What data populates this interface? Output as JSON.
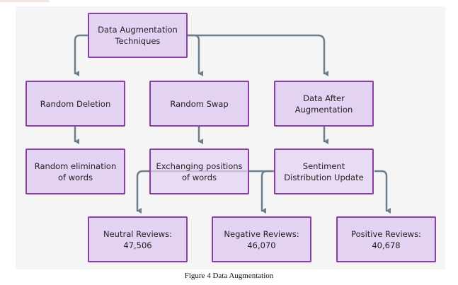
{
  "colors": {
    "node_fill": "#e3d2f1",
    "node_border": "#8a3fa6",
    "connector": "#6f7f8a",
    "background": "#f5f5f6"
  },
  "nodes": {
    "root": {
      "line1": "Data Augmentation",
      "line2": "Techniques"
    },
    "random_deletion": {
      "line1": "Random Deletion"
    },
    "random_swap": {
      "line1": "Random Swap"
    },
    "data_after": {
      "line1": "Data After",
      "line2": "Augmentation"
    },
    "random_elimination": {
      "line1": "Random elimination",
      "line2": "of words"
    },
    "exchanging_positions": {
      "line1": "Exchanging positions",
      "line2": "of words"
    },
    "sentiment_update": {
      "line1": "Sentiment",
      "line2": "Distribution Update"
    },
    "neutral": {
      "line1": "Neutral Reviews:",
      "line2": "47,506"
    },
    "negative": {
      "line1": "Negative Reviews:",
      "line2": "46,070"
    },
    "positive": {
      "line1": "Positive Reviews:",
      "line2": "40,678"
    }
  },
  "caption": "Figure 4 Data Augmentation"
}
